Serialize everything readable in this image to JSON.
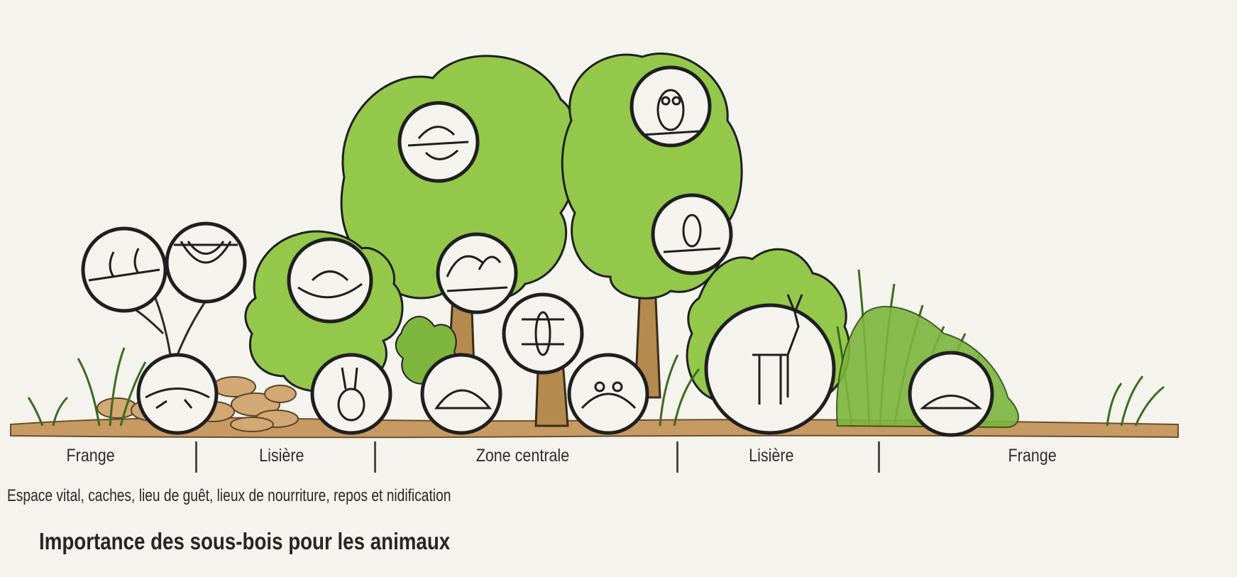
{
  "title": "Importance des sous-bois pour les animaux",
  "caption": "Espace vital, caches, lieu de guêt, lieux de nourriture, repos et nidification",
  "zones": [
    {
      "label": "Frange"
    },
    {
      "label": "Lisière"
    },
    {
      "label": "Zone centrale"
    },
    {
      "label": "Lisière"
    },
    {
      "label": "Frange"
    }
  ],
  "animal_icons": [
    "birds-on-branch-icon",
    "spider-web-icon",
    "nest-bird-icon",
    "lizard-icon",
    "rabbit-icon",
    "nesting-bird-icon",
    "singing-bird-icon",
    "insect-icon",
    "hedgehog-icon",
    "frog-icon",
    "owl-icon",
    "perched-bird-icon",
    "deer-icon",
    "mole-icon"
  ],
  "colors": {
    "foliage": "#93c84a",
    "foliage_dark": "#5f9a2e",
    "trunk": "#b58a4e",
    "soil": "#c79a63",
    "outline": "#1f1f1f",
    "background": "#f4f3ee"
  }
}
